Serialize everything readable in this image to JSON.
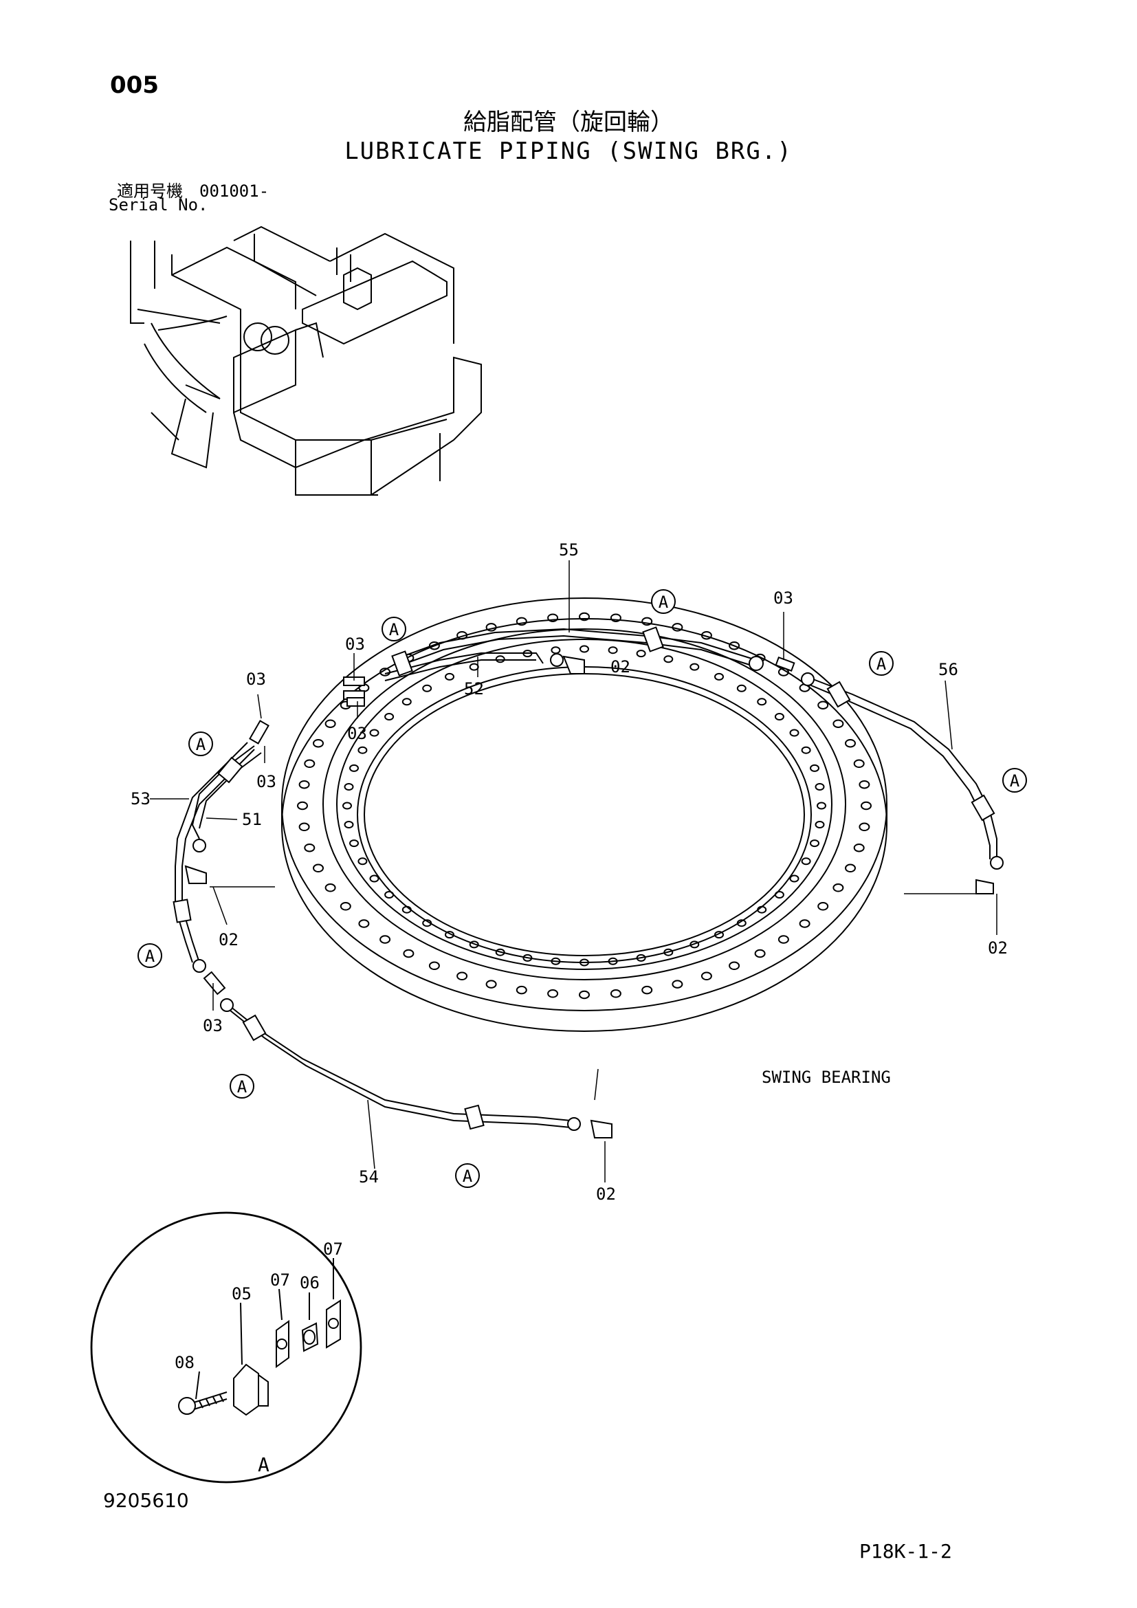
{
  "page_number": "005",
  "title_jp": "給脂配管（旋回輪）",
  "title_en": "LUBRICATE PIPING (SWING BRG.)",
  "serial_jp": "適用号機　001001-",
  "serial_en": "Serial No.",
  "doc_number": "9205610",
  "page_code": "P18K-1-2",
  "component_label": "SWING BEARING",
  "callouts": {
    "p55": "55",
    "p52": "52",
    "p53": "53",
    "p51": "51",
    "p54": "54",
    "p56": "56",
    "p03": "03",
    "p02": "02",
    "p05": "05",
    "p06": "06",
    "p07": "07",
    "p08": "08",
    "detail": "A"
  }
}
